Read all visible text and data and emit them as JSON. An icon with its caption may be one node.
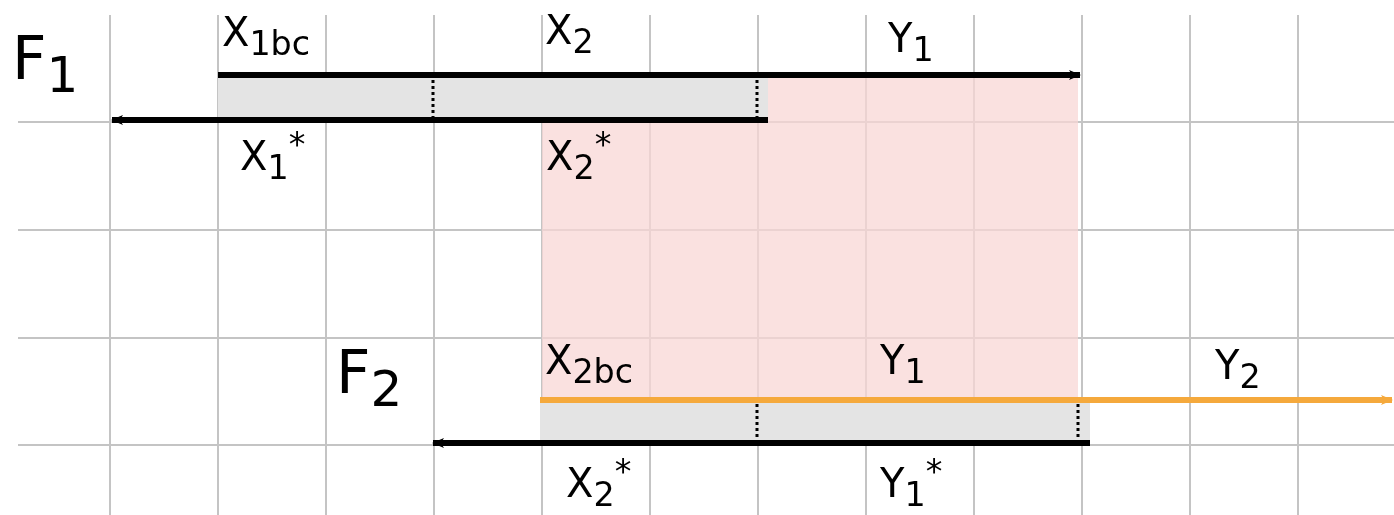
{
  "diagram": {
    "labels": [
      "F$_{1}$",
      "X$_{1bc}$",
      "X$_{2}$",
      "Y$_{1}$",
      "X$_{1}$$^{*}$",
      "X$_{2}$$^{*}$",
      "F$_{2}$",
      "X$_{2bc}$",
      "Y$_{1}$",
      "Y$_{2}$",
      "X$_{2}$$^{*}$",
      "Y$_{1}$$^{*}$"
    ]
  }
}
